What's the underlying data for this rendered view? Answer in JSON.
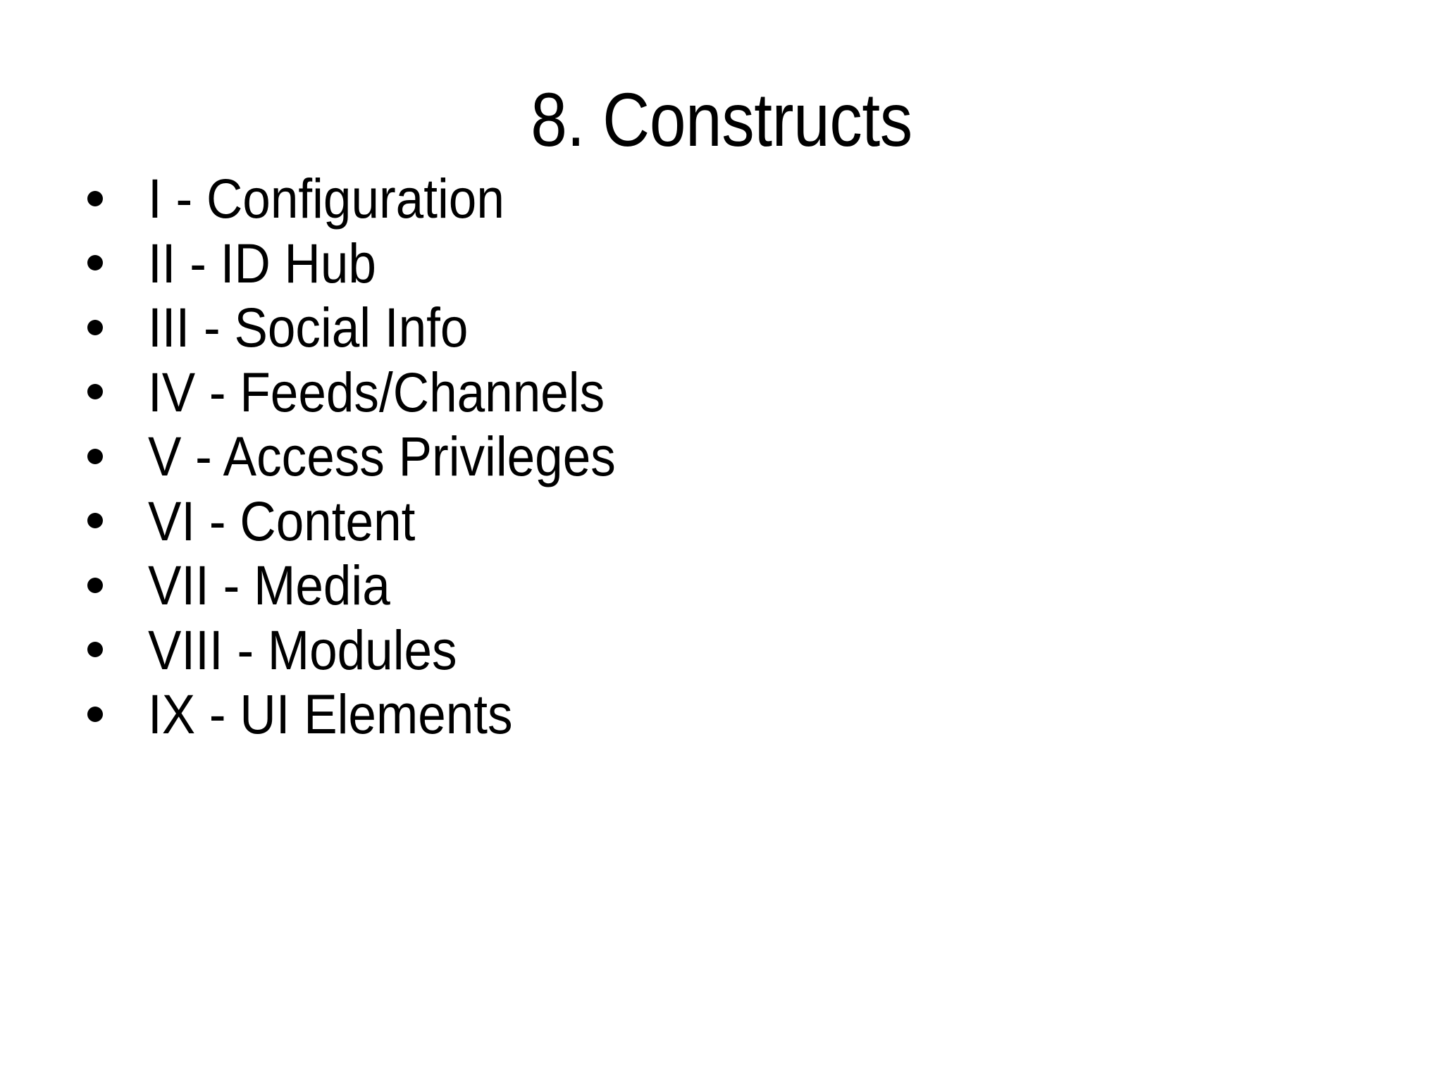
{
  "slide": {
    "background_color": "#ffffff",
    "text_color": "#000000",
    "title": "8. Constructs",
    "bullet_glyph": "•",
    "items": [
      {
        "label": "I - Configuration"
      },
      {
        "label": "II - ID Hub"
      },
      {
        "label": "III - Social Info"
      },
      {
        "label": "IV - Feeds/Channels"
      },
      {
        "label": "V - Access Privileges"
      },
      {
        "label": "VI - Content"
      },
      {
        "label": "VII - Media"
      },
      {
        "label": "VIII - Modules"
      },
      {
        "label": "IX - UI Elements"
      }
    ]
  }
}
